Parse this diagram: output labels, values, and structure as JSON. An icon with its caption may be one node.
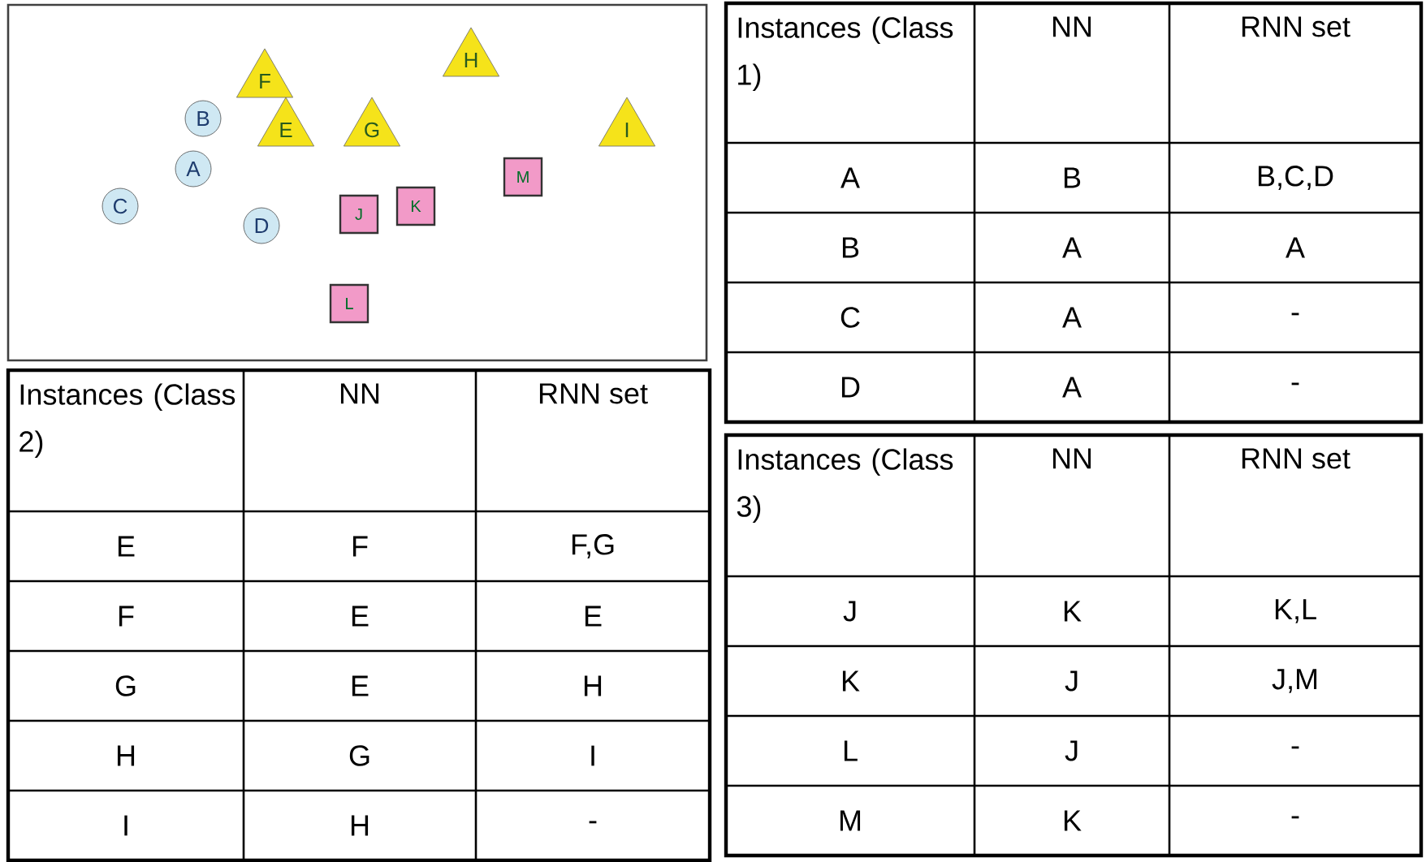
{
  "diagram": {
    "nodes": [
      {
        "text": [
          "A"
        ]
      },
      {
        "text": [
          "B"
        ]
      },
      {
        "text": [
          "C"
        ]
      },
      {
        "text": [
          "D"
        ]
      },
      {
        "text": [
          "E"
        ]
      },
      {
        "text": [
          "F"
        ]
      },
      {
        "text": [
          "G"
        ]
      },
      {
        "text": [
          "H"
        ]
      },
      {
        "text": [
          "I"
        ]
      },
      {
        "text": [
          "J"
        ]
      },
      {
        "text": [
          "K"
        ]
      },
      {
        "text": [
          "L"
        ]
      },
      {
        "text": [
          "M"
        ]
      }
    ],
    "labels": [
      "Instances (Class 1)",
      "NN",
      "RNN set",
      "A",
      "B",
      "B,C,D",
      "B",
      "A",
      "A",
      "C",
      "A",
      "-",
      "D",
      "A",
      "-",
      "Instances (Class 2)",
      "NN",
      "RNN set",
      "E",
      "F",
      "F,G",
      "F",
      "E",
      "E",
      "G",
      "E",
      "H",
      "H",
      "G",
      "I",
      "I",
      "H",
      "-",
      "Instances (Class 3)",
      "NN",
      "RNN set",
      "J",
      "K",
      "K,L",
      "K",
      "J",
      "J,M",
      "L",
      "J",
      "-",
      "M",
      "K",
      "-"
    ]
  }
}
